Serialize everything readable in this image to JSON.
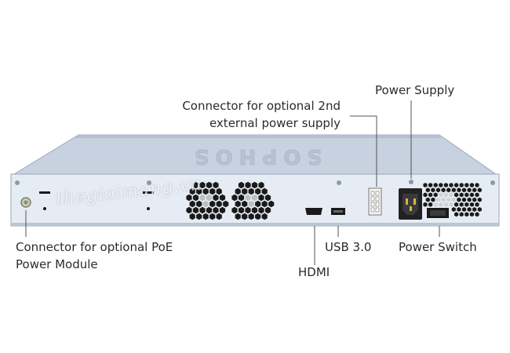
{
  "callouts": {
    "power_supply": "Power Supply",
    "second_psu_line1": "Connector for optional 2nd",
    "second_psu_line2": "external power supply",
    "poe_line1": "Connector for optional PoE",
    "poe_line2": "Power Module",
    "usb": "USB 3.0",
    "hdmi": "HDMI",
    "power_switch": "Power Switch"
  },
  "device": {
    "brand_text": "SOPHOS",
    "watermark": "thegioimang.vn"
  },
  "colors": {
    "chassis_top": "#c9d3e1",
    "chassis_panel": "#e7edf5",
    "chassis_edge": "#9aa6b8",
    "port_dark": "#1a1a1a",
    "line": "#555555"
  }
}
